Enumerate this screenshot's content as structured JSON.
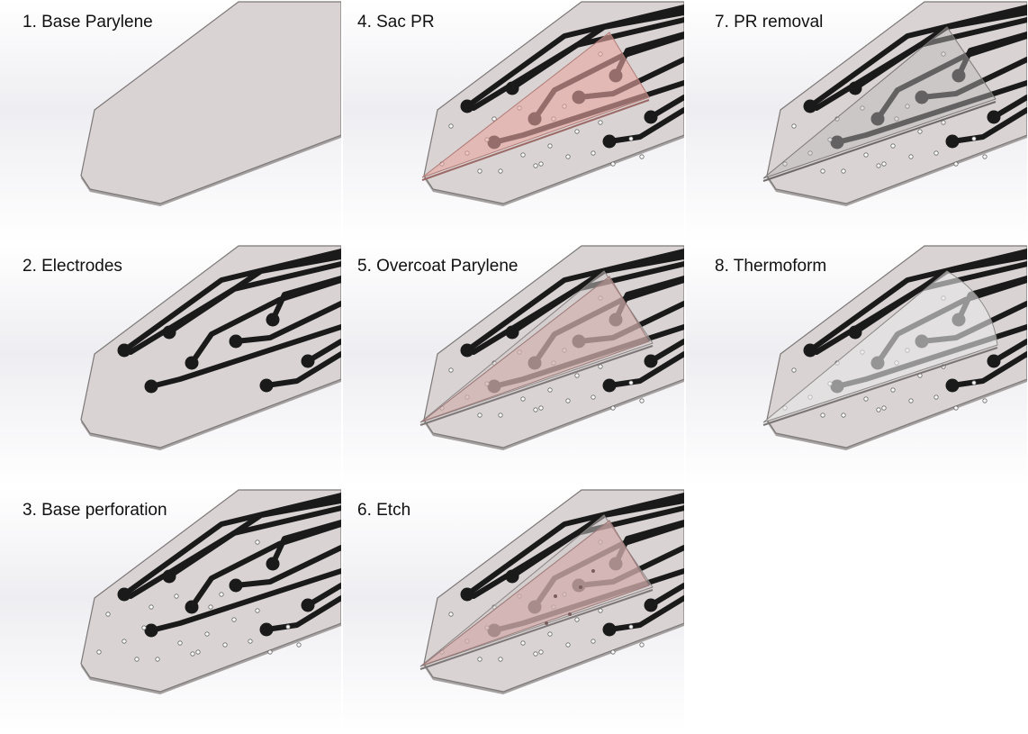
{
  "figure": {
    "steps": [
      {
        "label": "1. Base Parylene",
        "electrodes": false,
        "perforations": false,
        "sac": "none"
      },
      {
        "label": "2. Electrodes",
        "electrodes": true,
        "perforations": false,
        "sac": "none"
      },
      {
        "label": "3. Base perforation",
        "electrodes": true,
        "perforations": true,
        "sac": "none"
      },
      {
        "label": "4. Sac PR",
        "electrodes": true,
        "perforations": true,
        "sac": "photoresist"
      },
      {
        "label": "5. Overcoat Parylene",
        "electrodes": true,
        "perforations": true,
        "sac": "overcoat"
      },
      {
        "label": "6. Etch",
        "electrodes": true,
        "perforations": true,
        "sac": "etched"
      },
      {
        "label": "7. PR removal",
        "electrodes": true,
        "perforations": true,
        "sac": "removed"
      },
      {
        "label": "8. Thermoform",
        "electrodes": true,
        "perforations": true,
        "sac": "thermoformed"
      }
    ],
    "colors": {
      "substrate": "#d9d4d3",
      "substrate_edge": "#7d7878",
      "trace": "#1a1a1a",
      "photoresist": "#e8a7a2",
      "overcoat": "#d2a2a0",
      "cleared_pocket": "#bdb8b8",
      "thermoformed_pocket": "#e8e8ea"
    }
  }
}
